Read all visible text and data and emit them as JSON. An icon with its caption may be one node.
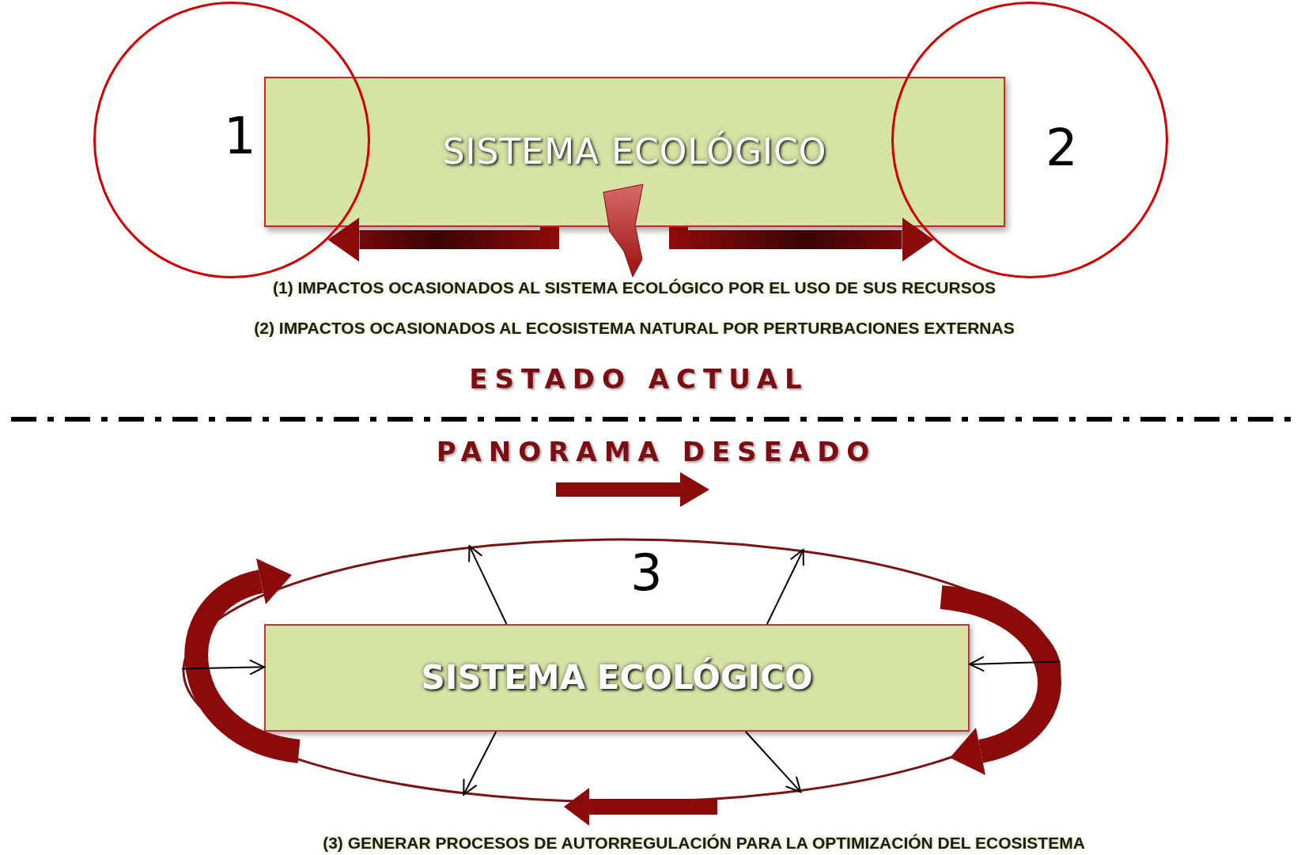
{
  "diagram": {
    "nodes": [
      {
        "text": [
          "1"
        ]
      },
      {
        "text": [
          "SISTEMA ECOLÓGICO"
        ]
      },
      {
        "text": [
          "2"
        ]
      },
      {
        "text": [
          "3"
        ]
      },
      {
        "text": [
          "SISTEMA ECOLÓGICO"
        ],
        "in": 3
      }
    ],
    "edges": [
      {
        "from": 1,
        "to": 0,
        "arrow": "to",
        "style": "thick",
        "color": "#8b0a0a"
      },
      {
        "from": 1,
        "to": 2,
        "arrow": "to",
        "style": "thick",
        "color": "#8b0a0a"
      },
      {
        "from": 3,
        "to": 4,
        "arrow": "to"
      },
      {
        "from": 3,
        "to": 4,
        "arrow": "to"
      },
      {
        "from": 4,
        "to": 3,
        "arrow": "to"
      },
      {
        "from": 4,
        "to": 3,
        "arrow": "to"
      },
      {
        "from": 4,
        "to": 3,
        "arrow": "to"
      },
      {
        "from": 4,
        "to": 3,
        "arrow": "to"
      }
    ],
    "labels": [
      "(1) IMPACTOS OCASIONADOS AL SISTEMA ECOLÓGICO POR EL USO DE SUS RECURSOS",
      "(2) IMPACTOS OCASIONADOS AL ECOSISTEMA NATURAL POR PERTURBACIONES EXTERNAS",
      "ESTADO ACTUAL",
      "PANORAMA DESEADO",
      "(3) GENERAR PROCESOS DE AUTORREGULACIÓN PARA LA OPTIMIZACIÓN DEL ECOSISTEMA"
    ]
  }
}
